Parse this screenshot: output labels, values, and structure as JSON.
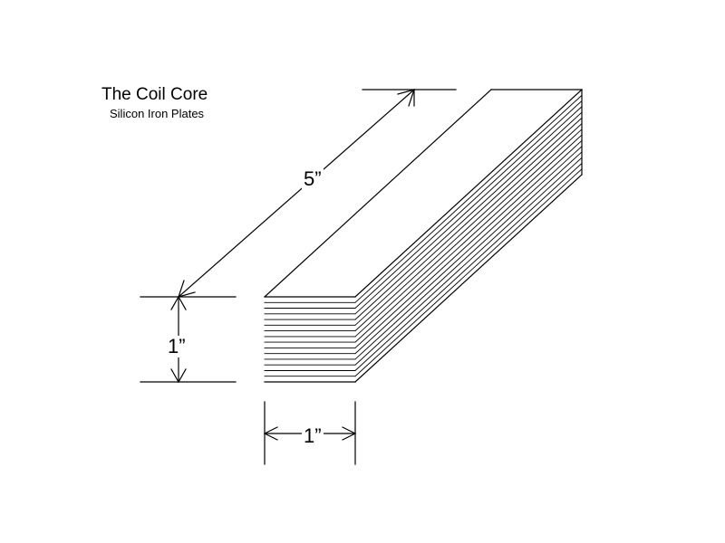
{
  "title": "The Coil Core",
  "subtitle": "Silicon Iron Plates",
  "dimensions": {
    "length": "5”",
    "height": "1”",
    "width": "1”"
  },
  "plate_count": 15
}
